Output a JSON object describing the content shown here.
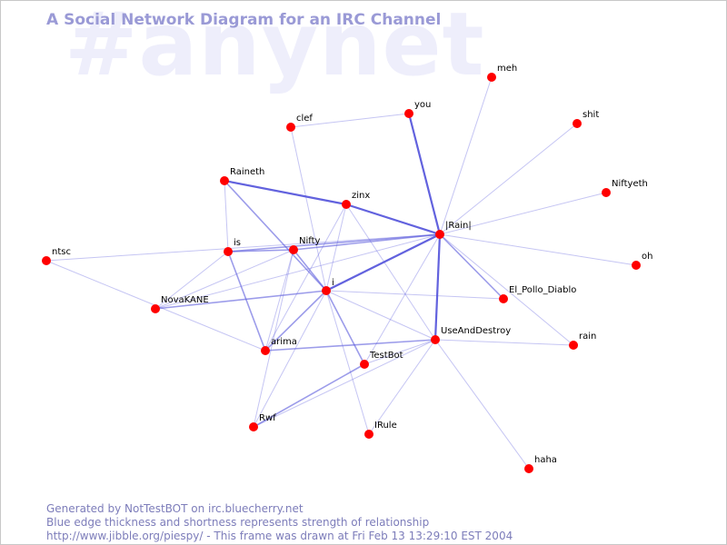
{
  "title": "A Social Network Diagram for an IRC Channel",
  "watermark": "#anynet",
  "footer": {
    "line1": "Generated by NotTestBOT on irc.bluecherry.net",
    "line2": "Blue edge thickness and shortness represents strength of relationship",
    "line3": "http://www.jibble.org/piespy/ - This frame was drawn at Fri Feb 13 13:29:10 EST 2004"
  },
  "colors": {
    "node": "#ff0000",
    "edge": "#5a5adc",
    "title": "#9a9ad6",
    "watermark": "#eeeefb",
    "footer": "#7d7dba"
  },
  "nodes": [
    {
      "id": "meh",
      "label": "meh"
    },
    {
      "id": "you",
      "label": "you"
    },
    {
      "id": "clef",
      "label": "clef"
    },
    {
      "id": "shit",
      "label": "shit"
    },
    {
      "id": "Raineth",
      "label": "Raineth"
    },
    {
      "id": "Niftyeth",
      "label": "Niftyeth"
    },
    {
      "id": "zinx",
      "label": "zinx"
    },
    {
      "id": "Rain",
      "label": "|Rain|"
    },
    {
      "id": "ntsc",
      "label": "ntsc"
    },
    {
      "id": "is",
      "label": "is"
    },
    {
      "id": "Nifty",
      "label": "Nifty"
    },
    {
      "id": "oh",
      "label": "oh"
    },
    {
      "id": "i",
      "label": "i"
    },
    {
      "id": "El_Pollo_Diablo",
      "label": "El_Pollo_Diablo"
    },
    {
      "id": "NovaKANE",
      "label": "NovaKANE"
    },
    {
      "id": "UseAndDestroy",
      "label": "UseAndDestroy"
    },
    {
      "id": "rain",
      "label": "rain"
    },
    {
      "id": "arima",
      "label": "arima"
    },
    {
      "id": "TestBot",
      "label": "TestBot"
    },
    {
      "id": "Rwf",
      "label": "Rwf"
    },
    {
      "id": "IRule",
      "label": "IRule"
    },
    {
      "id": "haha",
      "label": "haha"
    }
  ],
  "edges": [
    {
      "from": "Rain",
      "to": "meh",
      "weight": 1
    },
    {
      "from": "Rain",
      "to": "you",
      "weight": 3
    },
    {
      "from": "Rain",
      "to": "shit",
      "weight": 1
    },
    {
      "from": "Rain",
      "to": "Niftyeth",
      "weight": 1
    },
    {
      "from": "Rain",
      "to": "oh",
      "weight": 1
    },
    {
      "from": "Rain",
      "to": "zinx",
      "weight": 3
    },
    {
      "from": "Raineth",
      "to": "zinx",
      "weight": 3
    },
    {
      "from": "Rain",
      "to": "is",
      "weight": 2
    },
    {
      "from": "Rain",
      "to": "Nifty",
      "weight": 2
    },
    {
      "from": "Rain",
      "to": "i",
      "weight": 3
    },
    {
      "from": "Rain",
      "to": "UseAndDestroy",
      "weight": 3
    },
    {
      "from": "Rain",
      "to": "TestBot",
      "weight": 1
    },
    {
      "from": "Rain",
      "to": "El_Pollo_Diablo",
      "weight": 2
    },
    {
      "from": "Rain",
      "to": "rain",
      "weight": 1
    },
    {
      "from": "Rain",
      "to": "NovaKANE",
      "weight": 1
    },
    {
      "from": "Rain",
      "to": "ntsc",
      "weight": 1
    },
    {
      "from": "clef",
      "to": "you",
      "weight": 1
    },
    {
      "from": "clef",
      "to": "i",
      "weight": 1
    },
    {
      "from": "Raineth",
      "to": "is",
      "weight": 1
    },
    {
      "from": "Raineth",
      "to": "i",
      "weight": 2
    },
    {
      "from": "zinx",
      "to": "i",
      "weight": 1
    },
    {
      "from": "zinx",
      "to": "UseAndDestroy",
      "weight": 1
    },
    {
      "from": "zinx",
      "to": "arima",
      "weight": 1
    },
    {
      "from": "is",
      "to": "Nifty",
      "weight": 2
    },
    {
      "from": "is",
      "to": "arima",
      "weight": 2
    },
    {
      "from": "is",
      "to": "NovaKANE",
      "weight": 1
    },
    {
      "from": "Nifty",
      "to": "i",
      "weight": 2
    },
    {
      "from": "Nifty",
      "to": "arima",
      "weight": 1
    },
    {
      "from": "Nifty",
      "to": "NovaKANE",
      "weight": 1
    },
    {
      "from": "Nifty",
      "to": "Rwf",
      "weight": 1
    },
    {
      "from": "i",
      "to": "NovaKANE",
      "weight": 2
    },
    {
      "from": "i",
      "to": "arima",
      "weight": 2
    },
    {
      "from": "i",
      "to": "TestBot",
      "weight": 2
    },
    {
      "from": "i",
      "to": "IRule",
      "weight": 1
    },
    {
      "from": "i",
      "to": "Rwf",
      "weight": 1
    },
    {
      "from": "i",
      "to": "UseAndDestroy",
      "weight": 1
    },
    {
      "from": "i",
      "to": "El_Pollo_Diablo",
      "weight": 1
    },
    {
      "from": "ntsc",
      "to": "arima",
      "weight": 1
    },
    {
      "from": "arima",
      "to": "UseAndDestroy",
      "weight": 2
    },
    {
      "from": "UseAndDestroy",
      "to": "rain",
      "weight": 1
    },
    {
      "from": "UseAndDestroy",
      "to": "TestBot",
      "weight": 1
    },
    {
      "from": "UseAndDestroy",
      "to": "haha",
      "weight": 1
    },
    {
      "from": "UseAndDestroy",
      "to": "IRule",
      "weight": 1
    },
    {
      "from": "UseAndDestroy",
      "to": "Rwf",
      "weight": 1
    },
    {
      "from": "TestBot",
      "to": "Rwf",
      "weight": 2
    }
  ]
}
